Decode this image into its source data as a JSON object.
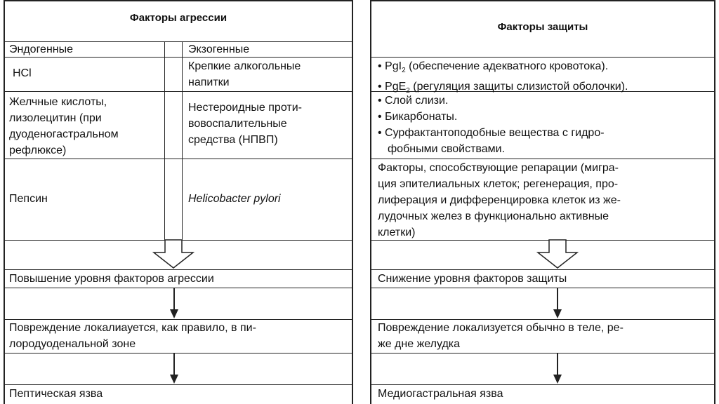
{
  "aggression": {
    "header": "Факторы агрессии",
    "endogenous_label": "Эндогенные",
    "exogenous_label": "Экзогенные",
    "endogenous": [
      [
        "HCl"
      ],
      [
        "Желчные кислоты,",
        "лизолецитин (при",
        "дуоденогастральном",
        "рефлюксе)"
      ],
      [
        "Пепсин"
      ]
    ],
    "exogenous": [
      [
        "Крепкие алкогольные",
        "напитки"
      ],
      [
        "Нестероидные проти-",
        "вовоспалительные",
        "средства (НПВП)"
      ],
      [
        "Helicobacter pylori"
      ]
    ],
    "outcome1": "Повышение уровня факторов агрессии",
    "outcome2": [
      "Повреждение локалиауется, как правило, в пи-",
      "лородуоденальной зоне"
    ],
    "outcome3": "Пептическая язва"
  },
  "defense": {
    "header": "Факторы защиты",
    "group1": [
      {
        "prefix": "• PgI",
        "sub": "2",
        "rest": " (обеспечение адекватного кровотока)."
      },
      {
        "prefix": "• PgE",
        "sub": "2",
        "rest": " (регуляция защиты слизистой оболочки)."
      }
    ],
    "group2": [
      "• Слой слизи.",
      "• Бикарбонаты.",
      "• Сурфактантоподобные вещества с гидро-",
      "фобными свойствами."
    ],
    "group3": [
      "Факторы, способствующие репарации (мигра-",
      "ция эпителиальных клеток; регенерация, про-",
      "лиферация и дифференцировка клеток из же-",
      "лудочных желез в функционально активные",
      "клетки)"
    ],
    "outcome1": "Снижение уровня факторов защиты",
    "outcome2": [
      "Повреждение локализуется обычно в теле, ре-",
      "же дне желудка"
    ],
    "outcome3": "Медиогастральная язва"
  },
  "colors": {
    "line": "#222222",
    "text": "#111111",
    "background": "#ffffff"
  }
}
